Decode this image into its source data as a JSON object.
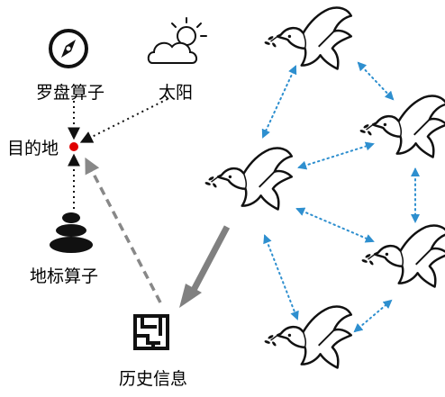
{
  "labels": {
    "compass_operator": "罗盘算子",
    "sun": "太阳",
    "destination": "目的地",
    "landmark_operator": "地标算子",
    "history_info": "历史信息"
  },
  "icons": {
    "compass": "compass-icon",
    "sun_cloud": "sun-cloud-icon",
    "stones": "stacked-stones-icon",
    "maze": "maze-icon",
    "dove": "dove-icon"
  },
  "colors": {
    "destination_dot": "#e00000",
    "dove_links": "#2e8fcf",
    "history_arrow": "#888888",
    "main_arrow": "#808080"
  }
}
